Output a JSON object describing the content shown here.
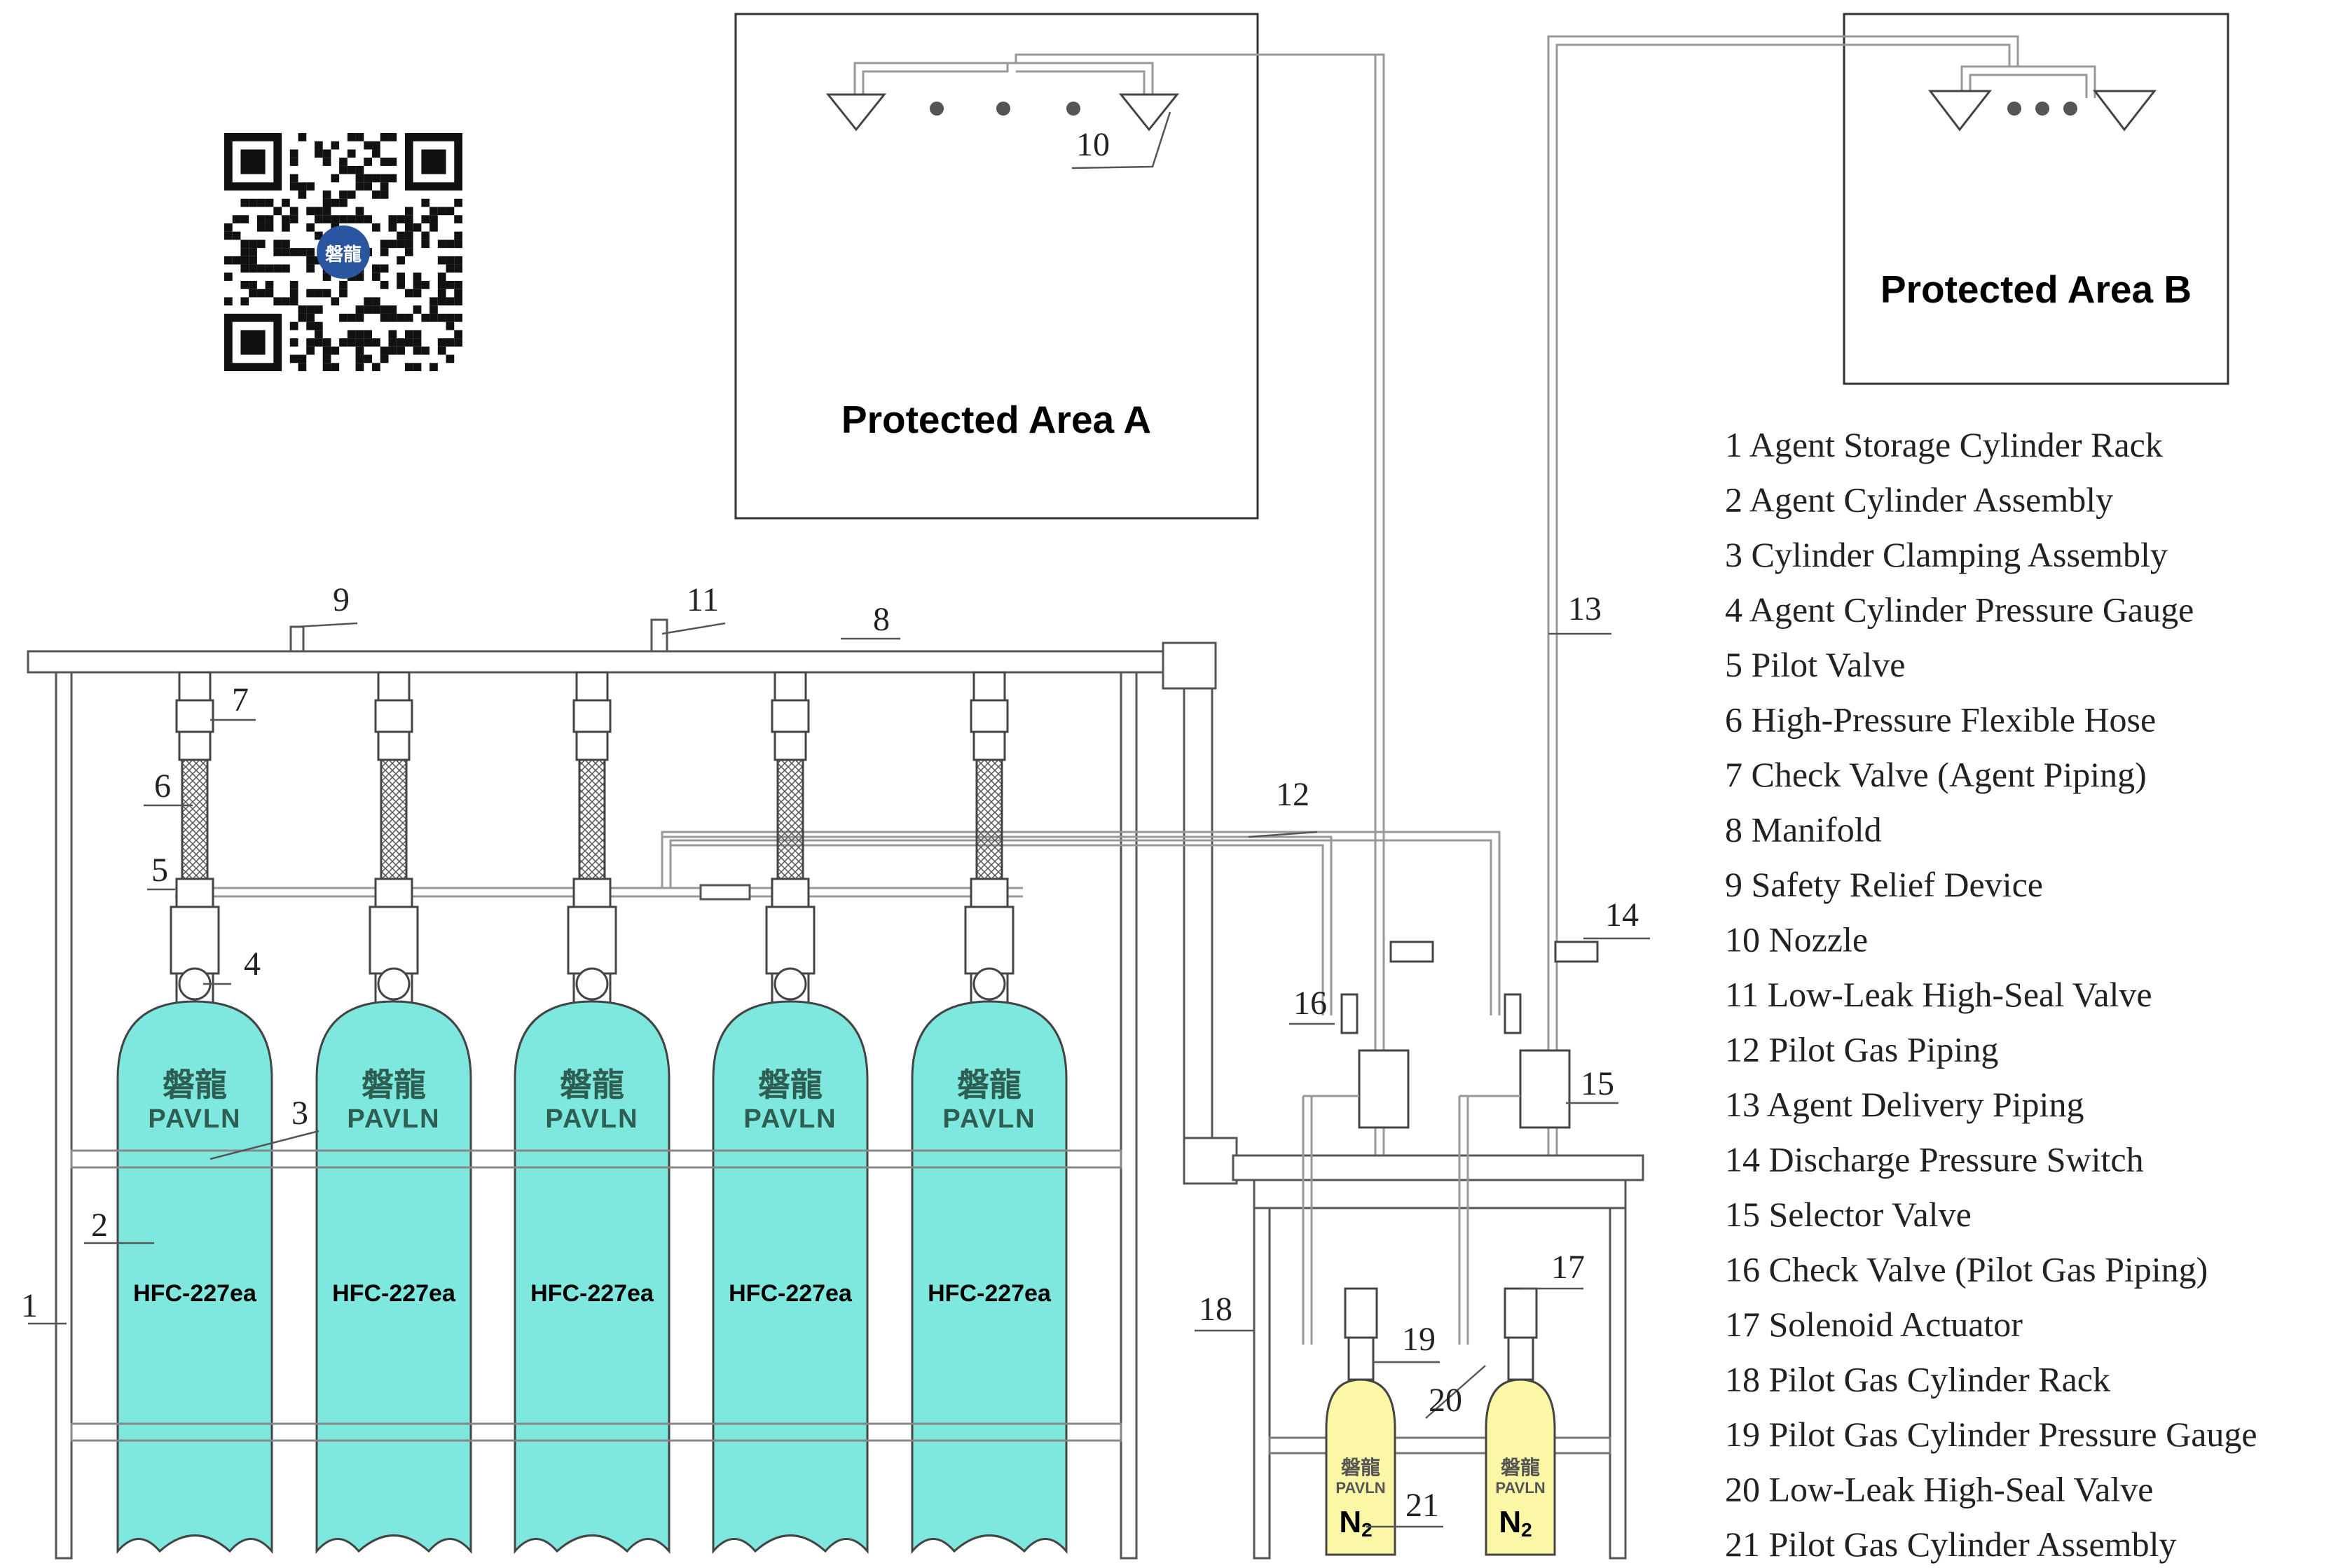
{
  "areas": {
    "a": "Protected Area A",
    "b": "Protected Area B"
  },
  "brand": {
    "cn": "磐龍",
    "en": "PAVLN"
  },
  "agent": "HFC-227ea",
  "pilot_gas": "N",
  "pilot_gas_sub": "2",
  "callouts": [
    "1",
    "2",
    "3",
    "4",
    "5",
    "6",
    "7",
    "8",
    "9",
    "10",
    "11",
    "12",
    "13",
    "14",
    "15",
    "16",
    "17",
    "18",
    "19",
    "20",
    "21"
  ],
  "legend": [
    "1 Agent Storage Cylinder Rack",
    "2 Agent Cylinder Assembly",
    "3 Cylinder Clamping Assembly",
    "4 Agent Cylinder Pressure Gauge",
    "5 Pilot Valve",
    "6 High-Pressure Flexible Hose",
    "7 Check Valve (Agent Piping)",
    "8 Manifold",
    "9 Safety Relief Device",
    "10 Nozzle",
    "11 Low-Leak High-Seal Valve",
    "12 Pilot Gas Piping",
    "13 Agent Delivery Piping",
    "14 Discharge Pressure Switch",
    "15 Selector Valve",
    "16 Check Valve (Pilot Gas Piping)",
    "17 Solenoid Actuator",
    "18 Pilot Gas Cylinder Rack",
    "19 Pilot Gas Cylinder Pressure Gauge",
    "20 Low-Leak High-Seal Valve",
    "21 Pilot Gas Cylinder Assembly"
  ],
  "colors": {
    "agent_cylinder": "#7ee8de",
    "pilot_cylinder": "#fbf7a6",
    "pipe": "#999999",
    "frame": "#555555"
  }
}
